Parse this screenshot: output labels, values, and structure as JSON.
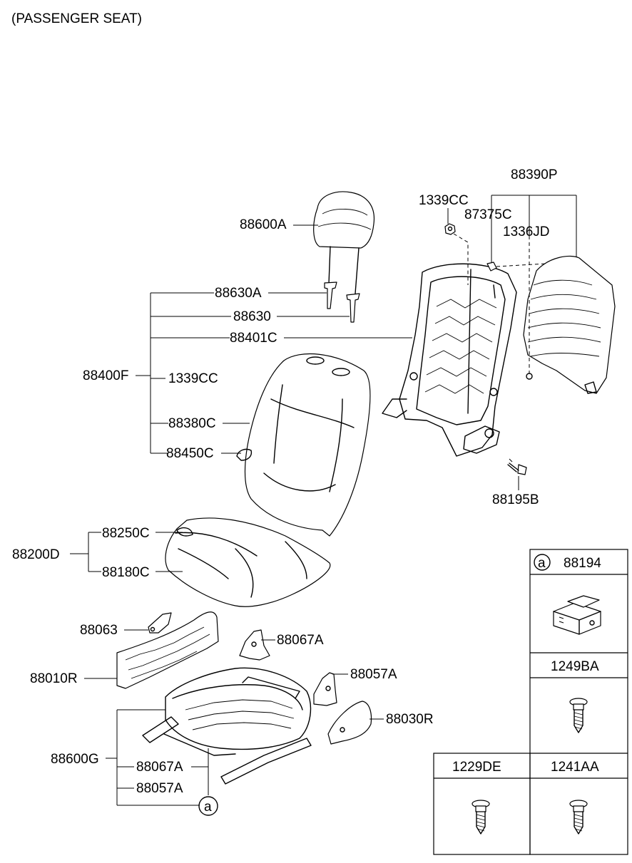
{
  "title": "(PASSENGER SEAT)",
  "labels": {
    "p88390P": "88390P",
    "p1339CC_top": "1339CC",
    "p87375C": "87375C",
    "p1336JD": "1336JD",
    "p88600A": "88600A",
    "p88630A": "88630A",
    "p88630": "88630",
    "p88401C": "88401C",
    "p88400F": "88400F",
    "p1339CC_mid": "1339CC",
    "p88380C": "88380C",
    "p88450C": "88450C",
    "p88195B": "88195B",
    "p88250C": "88250C",
    "p88200D": "88200D",
    "p88180C": "88180C",
    "p88063": "88063",
    "p88067A_top": "88067A",
    "p88010R": "88010R",
    "p88057A_top": "88057A",
    "p88030R": "88030R",
    "p88600G": "88600G",
    "p88067A_bot": "88067A",
    "p88057A_bot": "88057A",
    "callout_a": "a"
  },
  "fastener_table": {
    "callout": "a",
    "cells": [
      "88194",
      "1249BA",
      "1229DE",
      "1241AA"
    ]
  },
  "icons": [
    "headrest",
    "headrest-guide",
    "seatback-frame",
    "back-board",
    "seatback-cushion",
    "seat-cushion",
    "seat-frame",
    "side-shield",
    "connector-block",
    "screw",
    "nut",
    "bolt"
  ]
}
